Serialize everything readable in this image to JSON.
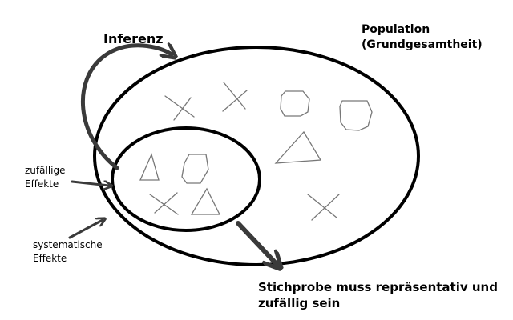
{
  "labels": {
    "inference": "Inferenz",
    "population": [
      "Population",
      "(Grundgesamtheit)"
    ],
    "random_effects": [
      "zufällige",
      "Effekte"
    ],
    "systematic_effects": [
      "systematische",
      "Effekte"
    ],
    "sample_note": [
      "Stichprobe muss repräsentativ und",
      "zufällig sein"
    ]
  },
  "shapes": {
    "population_members": [
      "cross",
      "cross",
      "octagon",
      "octagon",
      "triangle",
      "cross"
    ],
    "sample_members": [
      "triangle",
      "octagon",
      "cross",
      "triangle"
    ]
  },
  "colors": {
    "ink": "#000000",
    "arrow": "#3a3a3a",
    "member_stroke": "#777777"
  }
}
